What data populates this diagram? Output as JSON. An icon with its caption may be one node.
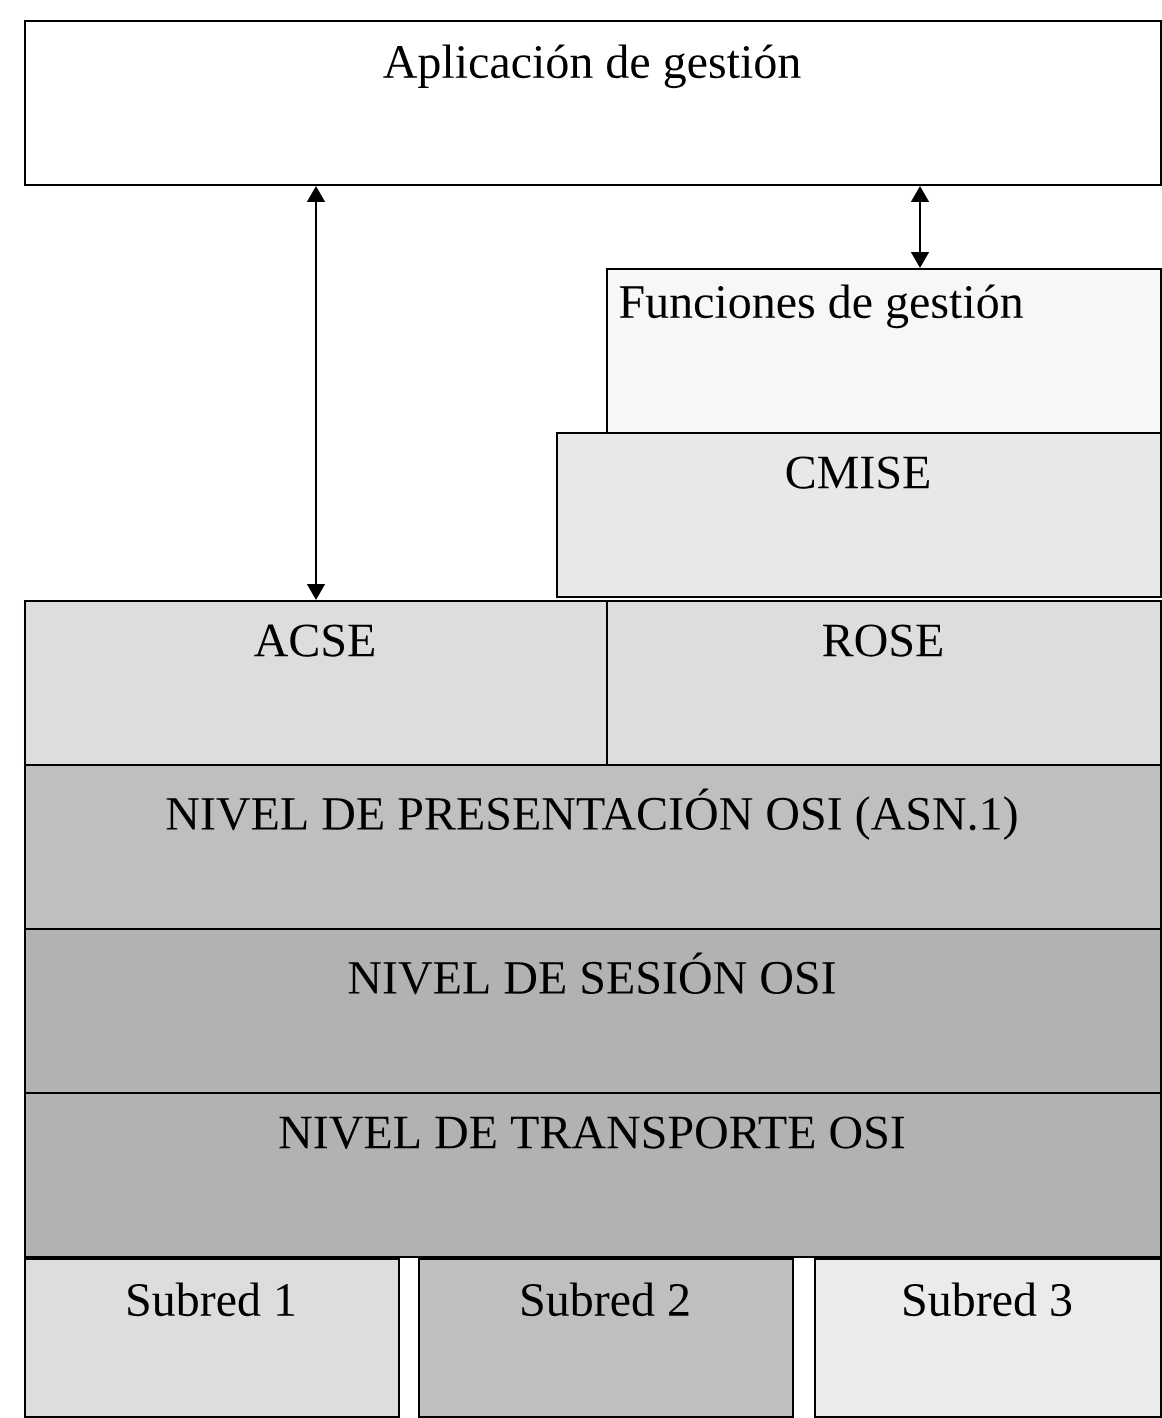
{
  "diagram": {
    "nodes": [
      {
        "text": [
          "Aplicación de gestión"
        ]
      },
      {
        "text": [
          "Funciones de gestión"
        ]
      },
      {
        "text": [
          "CMISE"
        ]
      },
      {
        "text": [
          "ACSE"
        ]
      },
      {
        "text": [
          "ROSE"
        ]
      },
      {
        "text": [
          "NIVEL DE PRESENTACIÓN OSI (ASN.1)"
        ]
      },
      {
        "text": [
          "NIVEL DE SESIÓN OSI"
        ]
      },
      {
        "text": [
          "NIVEL DE TRANSPORTE OSI"
        ]
      },
      {
        "text": [
          "Subred 1"
        ]
      },
      {
        "text": [
          "Subred 2"
        ]
      },
      {
        "text": [
          "Subred 3"
        ]
      }
    ],
    "edges": [
      {
        "from": 0,
        "to": 3,
        "arrow": "both"
      },
      {
        "from": 0,
        "to": 1,
        "arrow": "both"
      }
    ]
  }
}
